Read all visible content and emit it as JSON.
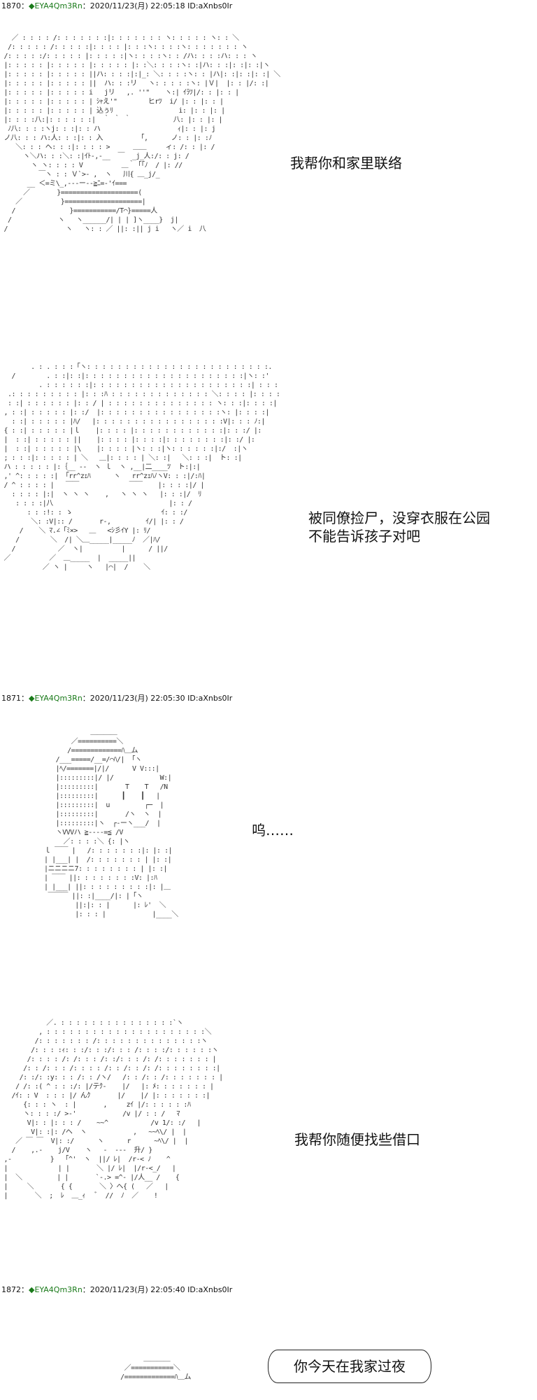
{
  "posts": [
    {
      "number": "1870",
      "sep": "：",
      "trip": "◆EYA4Qm3Rn",
      "meta": "：2020/11/23(月) 22:05:18 ID:aXnbs0Ir"
    },
    {
      "number": "1871",
      "sep": "：",
      "trip": "◆EYA4Qm3Rn",
      "meta": "：2020/11/23(月) 22:05:30 ID:aXnbs0Ir"
    },
    {
      "number": "1872",
      "sep": "：",
      "trip": "◆EYA4Qm3Rn",
      "meta": "：2020/11/23(月) 22:05:40 ID:aXnbs0Ir"
    }
  ],
  "dialogue": [
    "我帮你和家里联络",
    "被同僚捡尸，没穿衣服在公园",
    "不能告诉孩子对吧",
    "呜……",
    "我帮你随便找些借口",
    "你今天在我家过夜"
  ],
  "ascii_art": {
    "panel1": "   ／ : : : : /: : : : : : :|: : : : : : : ヽ: : : : : ヽ: : ＼\n  /: : : : : /: : : : :|: : : : |: : :ヽ: : : :ヽ: : : : : : : ヽ\n /: : : : :/: : : : : |: : : : :|ヽ: : : :ヽ: : /ハ: : : :ハ: : : ヽ\n |: : : : : |: : : : : |: : : : : |: :＼: : : :ヽ: :|ハ: : :|: :|: :|ヽ\n |: : : : : |: : : : : ||ハ: : : :|:|_: ＼: : : :ヽ: : |ハ|: :|: :|: :| ＼\n |: : : : : |: : : : : ||  ハ: : :リ   ヽ: : : : :ヽ: |Ｖ|  |: : |/: :|\n |: : : : : |: : : : : i   jリ   ,. ''\"    ヽ:| ｲﾗﾂ|/: : |: : |\n |: : : : : |: : : : : | ｼｬえ'\"        ヒrﾂ  i/ |: : |: : |\n |: : : : : |: : : : : | 込ぅﾘ                 i: |: : |: |\n |: : : :八:|: : : : : :|  ｀ ｀ ｀           八: |: : |: |\n  ﾉ八: : : :ヽj: : :|: : ハ                    ｨ|: : |: j\n ノ八: : : ハ:人: : :|: : 入         「,      ノ: : |: :ﾉ\n    ＼: : : ヘ: : :|: : : : >      ＿＿     ィ: /: : |: /\n      ヽ＼ハ: : :＼: :|ｲﾄ-,-__  ￣  _j_人:/: : j: /\n        ヽ ヽ: : : : V          ＿｀「「ﾉ  / |: //\n          ￣ヽ : : Ｖ`>- ,  ヽ   川{ ＿_j/_\n       __ ＜=ミ\\_,---ー--≧ﾆ=‐'ｲ===\n      ／       }====================(\n    ／          }====================|\n   /              }===========/T⌒}=====人\n  /            ヽ   ヽ______/| | | ]ヽ____}  j|\n /               ヽ   ヽ: : ／ ||: :|| j i   ヽ／ i  八",
    "panel2": "        . : . : : :「ヽ: : : : : : : : : : : : : : : : : : : : : : : :.\n   /        . : :|: :|: : : : : : : : : : : : : : : : : : : : :|ヽ: :'\n          . : : : : : :|: : : : : : : : : : : : : : : : : : : : :| : : :\n  .: : : : : : : : : |: : :ﾊ : : : : : : : : : : : : : ＼: : : : |: : : :\n  : :| : : : : : : |: : / | : : : : : : : : : : : : : : ヽ: : :|: : : :|\n , : :| : : : : : |: :/  |: : : : : : : : : : : : : : : :ヽ: |: : : :|\n   : :| : : : : : |ﾊ/   |: : : : : : : : : : : : : : : : :V|: : : ﾉ:|\n { : :| : : : : : |ｌ    |: : : : |: : : : : : : : : : : :|: : :/ |:\n |  : :| : : : : : ||    |: : : : |: : : :|: : : : : : : :|: :/ |:\n |  : :| : : : : : |\\    |: : : : |ヽ: : :|ヽ: : : : : :|:/  :|ヽ\n ; : : :|: : : : : | ＼   ＿|: : : : | ＼: :|   ＼: : :|  ト: :|\n ハ : : : : : |:｛__ --  ヽ ｌ  ヽ ,__|二____ﾂ  ト:|:|\n ,' ^: : : : :|  ｢rr^zｪﾊ      ヽ   rr^zｪﾊﾉヽV: : :|/:ﾊ|\n / ^ : : : : |   ￣￣             ￣￣    |: : : :|/ |\n   : : : : |:|  ヽ ヽ ヽ    ,   ヽ ヽ ヽ   |: : :|/  ﾘ\n    : : : :|八                              |: : /\n       : : :!: : ゝ                       ｲ: : :/\n        ＼: :V|:: /       r‐,         ｲ/| |: : /\n     /    ＼ ﾏ.∠「ﾐ×>   ＿   <ｼ彡ｲY |: ﾘ/\n    /        ＼  /| ＼＿_____|_____ﾉ  ／|ﾊ/\n   /           ／  ヽ|          |      / ||/\n ／          ／  ＿_____  |  _____||\n           ／ ヽ |     ヽ   |⌒|  /    ＼",
    "panel3": "              ＿＿＿＿\n         ／==========＼\n        /=============ﾊ＿ム\n     /___=====/__=/⌒ﾊ/| 「ヽ\n     |ﾍ/=======|/|/      V V:::|\n     |:::::::::|/ |/            W:|\n     |:::::::::|       T    T   /N\n     |:::::::::|      ┃    ┃   |\n     |:::::::::|  u         ┌─  |\n     |:::::::::|       /ヽ  ヽ  |\n     |:::::::::|ヽ  ┌-ーヽ___/  |\n     ヽVVVハ ≧--‐‐=≦ /V\n       ／: : : :＼ {: |ヽ\n  ｌ ￣￣ |   /: : : : : : :|: |: :|\n  | |___| |  /: : : : : : : | |: :|\n  |ニニニニ7: : : : : : : : | |: :|\n  | ￣￣ ||: : : : : : : :V: |:ﾊ\n  | |___| ||: : : : : : : : :|: |＿\n   ￣￣￣ ||: :|____/|: |「ヽ\n          ||:|: : |      |: ﾚ'  ＼\n          |: : : |            |____＼",
    "panel4": "            ／. : : : : : : : : : : : : : : :`ヽ\n          , : : : : : : : : : : : : : : : : : : : : :＼\n         /: : : : : : : /: : : : : : : : : : : : : :ヽ\n        /: : : :ｨ: : :/: : :/: : : /: : : :/: : : : : :ヽ\n       /: : : : /: /: : : /: :/: : : /: /: : : : : : : |\n      /: : /: : : /: : : : /: : /: : /: /: : : : : : : :|\n     /: :/: :y: : : /: : /ヽ/   /: : /: : /: : : : : : : |\n    / /: :( ^ : : :/: |/テｸ‐    |/   |: ﾒ: : : : : : : |\n   /ｲ: : V  : : : |/ んｸ       |/    |/ |: : : : : : :|\n      {: : : ヽ  : |       ,     zｲ |/: : : : : :ﾊ\n      ヽ: : : :/ >-'            /v |/ : : /   ﾏ\n       V|: : |: : : /    ~~^           /v 1/: :/   |\n        V|: :|: /ヘ  ヽ            ,   ~~ﾍ\\/ |  |\n    ／ ￣ ￣  V|: :/      ヽ      r      ~ﾍ\\/ |  |\n   /    ,.-    j/V    ヽ   ‐  ‐‐‐  升/ }\n ,-          }  「^'  ヽ  ||/ ﾚ|  /r-< ﾉ    ^\n |             | |       ＼ |/ ﾚ|  |/r-<_/   |\n |  ＼         | |       `-.> =^‐ |/人__ /    {\n |     ＼       { {       ＼ 〉へ{ (   ／   |\n |       ＼  ;  ﾚ  ＿_ｨ   ﾞ  //  ﾉ  ／    !",
    "panel5": "              ＿＿＿＿\n         ／===========＼\n        /=============ﾊ＿ム"
  }
}
